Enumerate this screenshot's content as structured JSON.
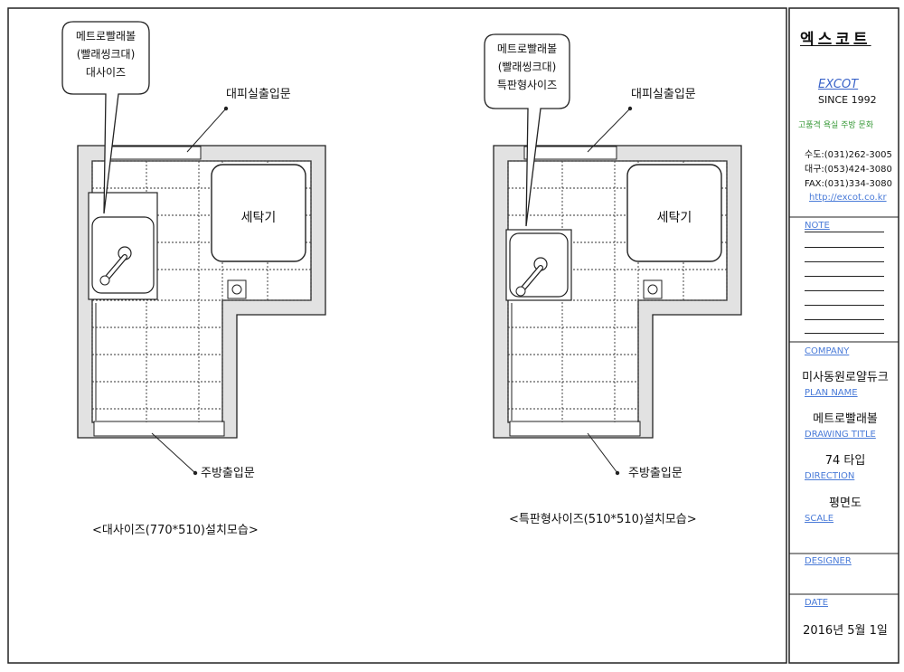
{
  "company_logo": "엑스코트",
  "brand": "EXCOT",
  "since": "SINCE 1992",
  "tagline": "고품격 욕실 주방 문화",
  "contacts": [
    "수도:(031)262-3005",
    "대구:(053)424-3080",
    "FAX:(031)334-3080"
  ],
  "website": "http://excot.co.kr",
  "title_block": {
    "note_label": "NOTE",
    "company_label": "COMPANY",
    "company_value": "미사동원로얄듀크",
    "plan_name_label": "PLAN NAME",
    "plan_name_value": "메트로빨래볼",
    "drawing_title_label": "DRAWING TITLE",
    "drawing_title_value": "74 타입",
    "direction_label": "DIRECTION",
    "direction_value": "평면도",
    "scale_label": "SCALE",
    "designer_label": "DESIGNER",
    "date_label": "DATE",
    "date_value": "2016년 5월 1일"
  },
  "plans": [
    {
      "callout": [
        "메트로빨래볼",
        "(빨래씽크대)",
        "대사이즈"
      ],
      "top_door_label": "대피실출입문",
      "washer_label": "세탁기",
      "bottom_door_label": "주방출입문",
      "caption": "<대사이즈(770*510)설치모습>"
    },
    {
      "callout": [
        "메트로빨래볼",
        "(빨래씽크대)",
        "특판형사이즈"
      ],
      "top_door_label": "대피실출입문",
      "washer_label": "세탁기",
      "bottom_door_label": "주방출입문",
      "caption": "<특판형사이즈(510*510)설치모습>"
    }
  ]
}
